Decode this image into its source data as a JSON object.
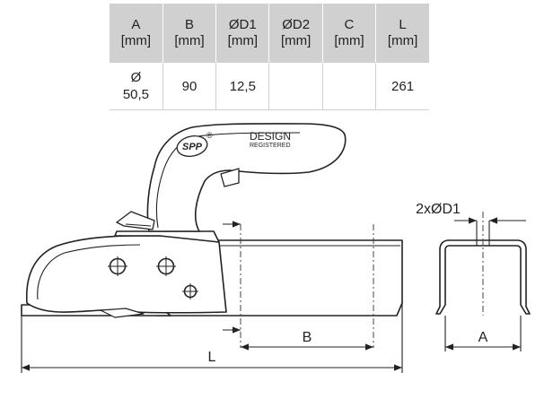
{
  "spec_table": {
    "headers": [
      {
        "name": "A",
        "unit": "[mm]"
      },
      {
        "name": "B",
        "unit": "[mm]"
      },
      {
        "name": "ØD1",
        "unit": "[mm]"
      },
      {
        "name": "ØD2",
        "unit": "[mm]"
      },
      {
        "name": "C",
        "unit": "[mm]"
      },
      {
        "name": "L",
        "unit": "[mm]"
      }
    ],
    "row": {
      "a_symbol": "Ø",
      "a_value": "50,5",
      "b": "90",
      "d1": "12,5",
      "d2": "",
      "c": "",
      "l": "261"
    }
  },
  "drawing": {
    "logo": "SPP",
    "registered_mark": "®",
    "design_label": "DESIGN",
    "registered_label": "REGISTERED",
    "dim_b": "B",
    "dim_l": "L",
    "dim_a": "A",
    "dim_holes": "2xØD1"
  }
}
